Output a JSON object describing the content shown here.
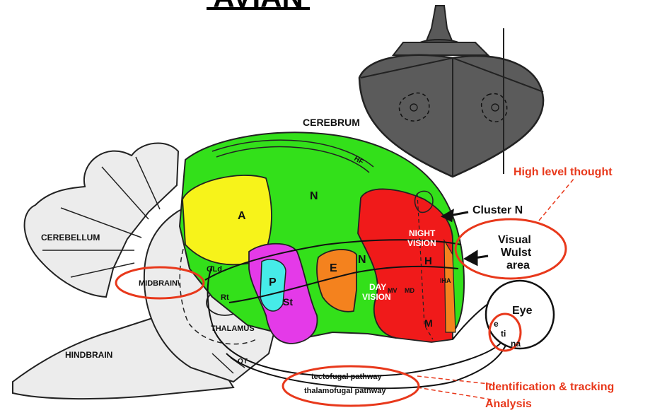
{
  "title": "AVIAN",
  "labels": {
    "cerebrum": "CEREBRUM",
    "hf": "HF",
    "n_top": "N",
    "a": "A",
    "cerebellum": "CEREBELLUM",
    "midbrain": "MIDBRAIN\\",
    "gld": "GLd",
    "rt": "Rt",
    "thalamus": "THALAMUS",
    "hindbrain": "HINDBRAIN",
    "ot": "OT",
    "p": "P",
    "st": "St",
    "e": "E",
    "n_mid": "N",
    "day": "DAY",
    "vision_day": "VISION",
    "mv": "MV",
    "md": "MD",
    "m": "M",
    "night": "NIGHT",
    "vision_night": "VISION",
    "h": "H",
    "iha": "IHA",
    "cluster_n": "Cluster N",
    "eye": "Eye",
    "retina_1": "e",
    "retina_2": "ti",
    "retina_3": "na",
    "tectofugal": "tectofugal pathway",
    "thalamofugal": "thalamofugal pathway"
  },
  "annotations": {
    "high_level": "High level thought",
    "visual": "Visual",
    "wulst": "Wulst",
    "area": "area",
    "identification": "Identification & tracking",
    "analysis": "Analysis"
  },
  "colors": {
    "annotation": "#e8381b",
    "green": "#33e01a",
    "yellow": "#f7f31a",
    "magenta": "#e43ae8",
    "cyan": "#46ebe8",
    "orange": "#f4821e",
    "red": "#f01a1a",
    "gray": "#e8e8e8",
    "dark": "#555555"
  }
}
